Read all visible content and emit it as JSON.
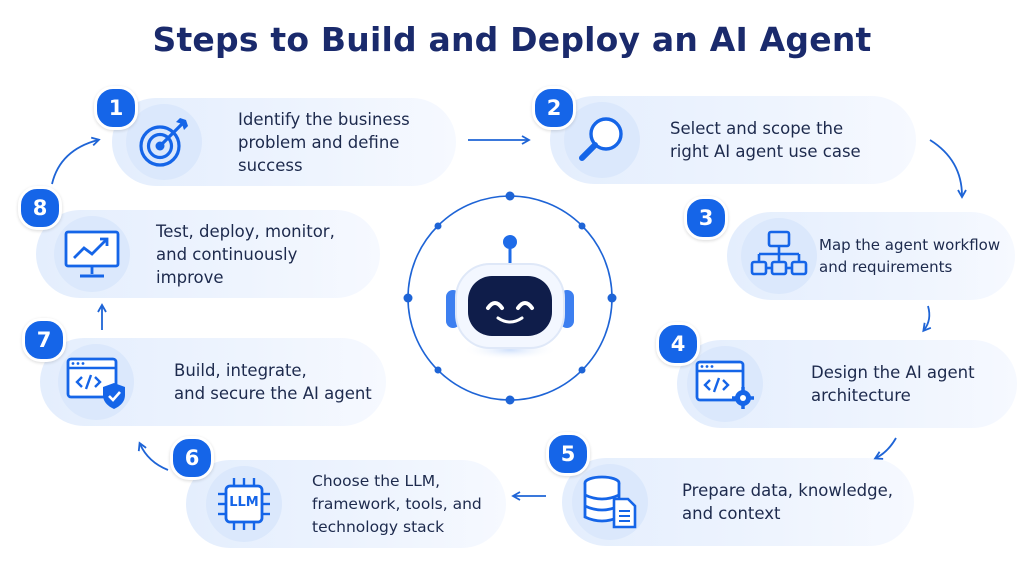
{
  "title": "Steps to Build and Deploy an AI Agent",
  "steps": [
    {
      "number": "1",
      "text": "Identify the business\nproblem and define\nsuccess",
      "icon": "target-icon"
    },
    {
      "number": "2",
      "text": "Select and scope the\nright AI agent use case",
      "icon": "magnifier-icon"
    },
    {
      "number": "3",
      "text": "Map the agent workflow\nand requirements",
      "icon": "workflow-icon"
    },
    {
      "number": "4",
      "text": "Design the AI agent\narchitecture",
      "icon": "code-settings-icon"
    },
    {
      "number": "5",
      "text": "Prepare data, knowledge,\nand context",
      "icon": "database-document-icon"
    },
    {
      "number": "6",
      "text": "Choose the LLM,\nframework, tools, and\ntechnology stack",
      "icon": "llm-chip-icon",
      "chip_label": "LLM"
    },
    {
      "number": "7",
      "text": "Build, integrate,\nand secure the AI agent",
      "icon": "code-shield-icon"
    },
    {
      "number": "8",
      "text": "Test, deploy, monitor,\nand continuously\nimprove",
      "icon": "monitor-chart-icon"
    }
  ],
  "colors": {
    "accent": "#1565e8",
    "pill_bg": "#e8f0fd",
    "title": "#1a2a6c"
  }
}
